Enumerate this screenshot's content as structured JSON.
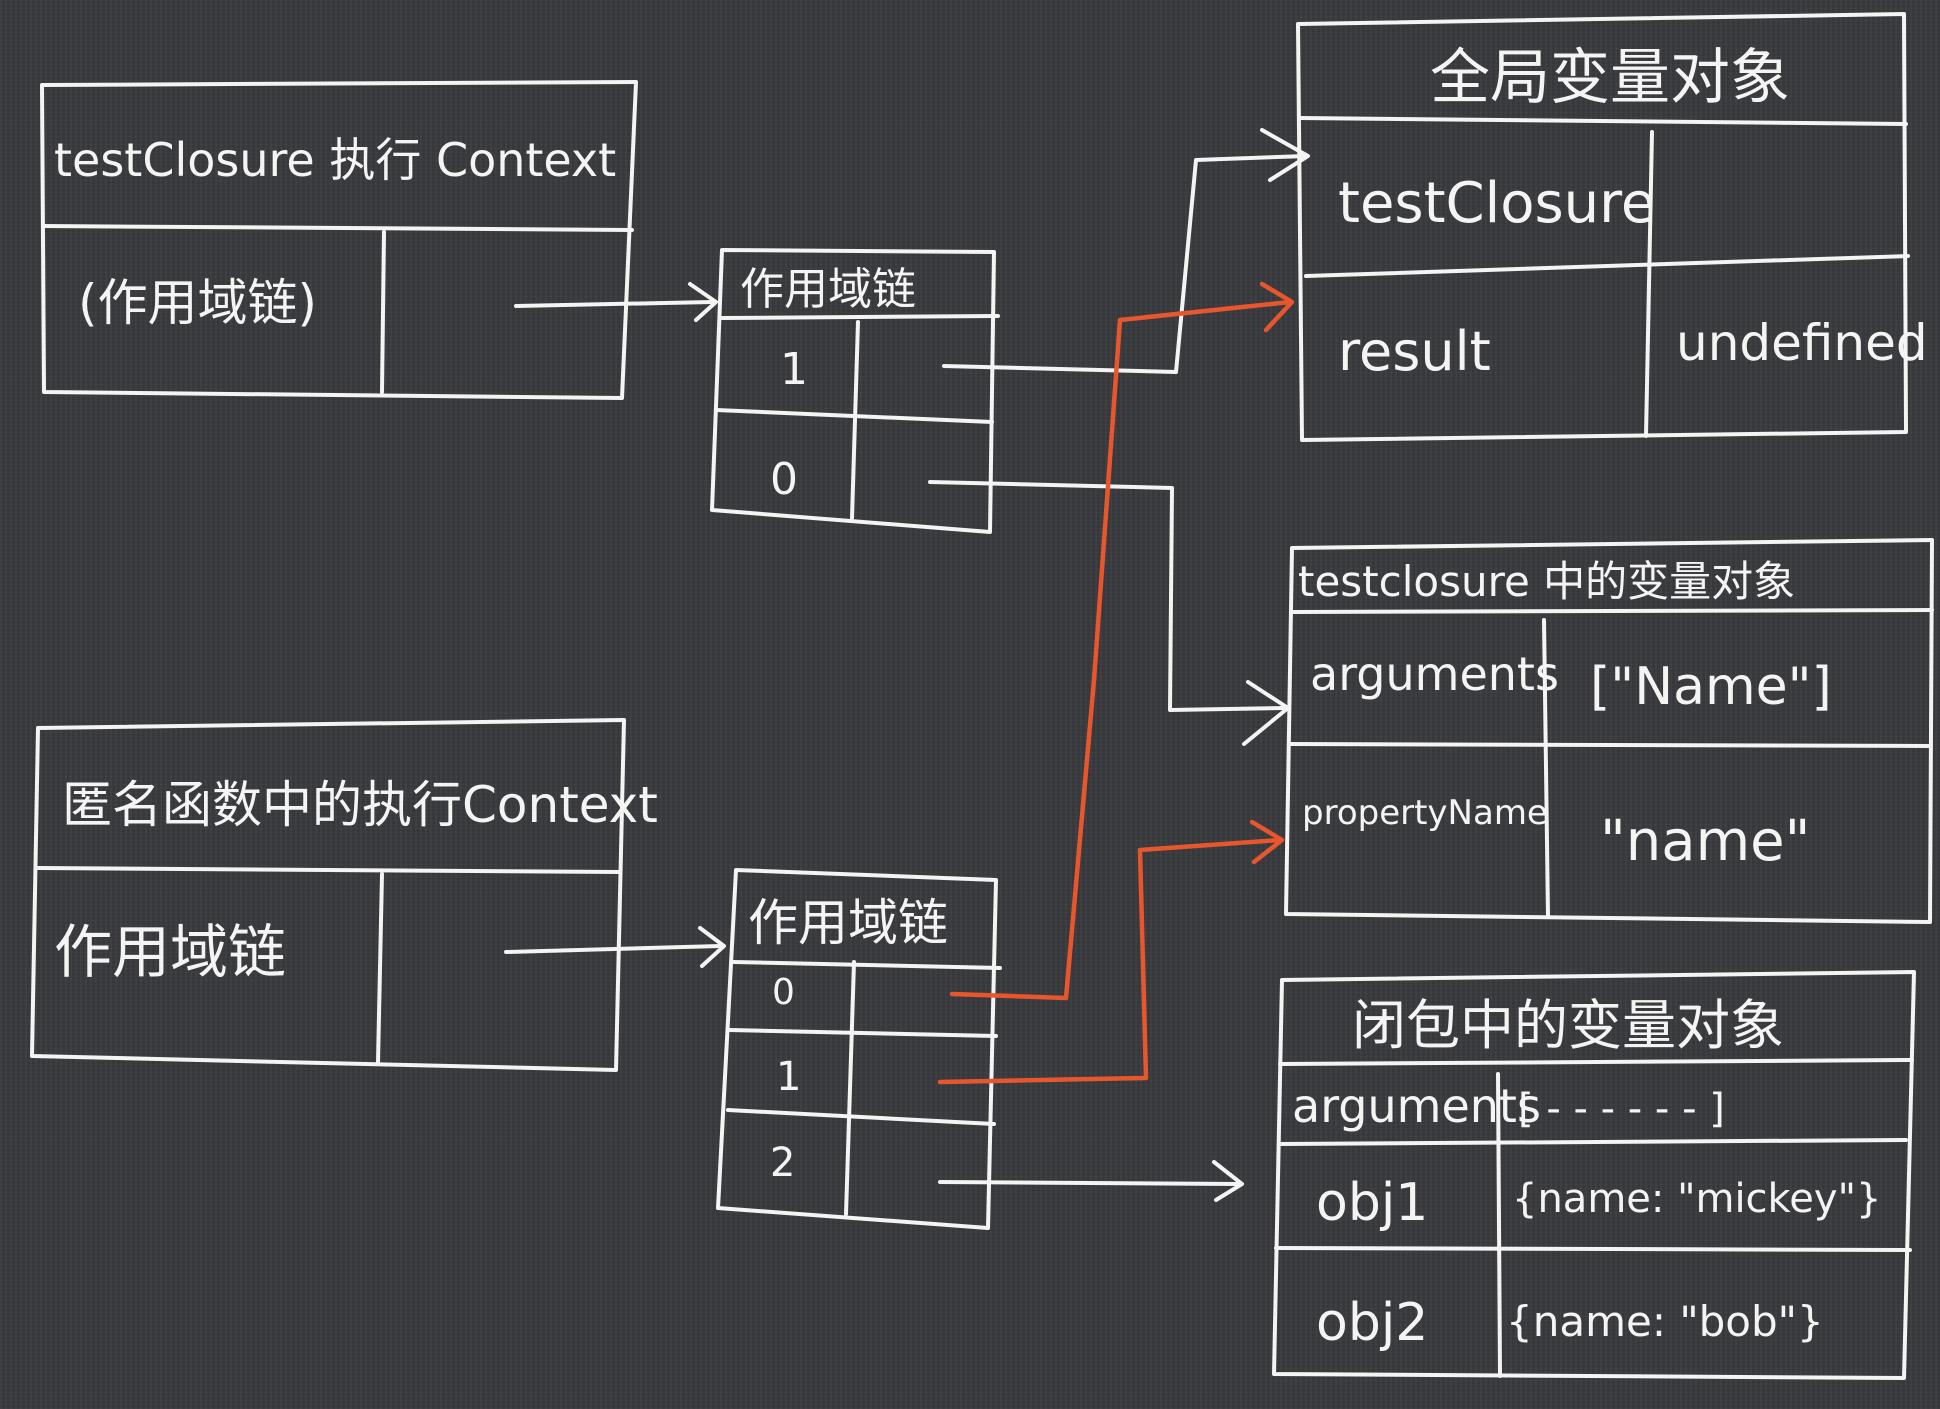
{
  "colors": {
    "background": "#3a3b3f",
    "ink": "#f4f4f4",
    "red_ink": "#e8562e"
  },
  "context_boxes": {
    "test_closure": {
      "title": "testClosure 执行 Context",
      "row_label": "(作用域链)"
    },
    "anonymous": {
      "title": "匿名函数中的执行Context",
      "row_label": "作用域链"
    }
  },
  "scope_chain_tables": {
    "upper": {
      "title": "作用域链",
      "rows": [
        "1",
        "0"
      ]
    },
    "lower": {
      "title": "作用域链",
      "rows": [
        "0",
        "1",
        "2"
      ]
    }
  },
  "variable_objects": {
    "global": {
      "title": "全局变量对象",
      "rows": [
        {
          "key": "testClosure",
          "value": ""
        },
        {
          "key": "result",
          "value": "undefined"
        }
      ]
    },
    "test_closure_vo": {
      "title": "testclosure 中的变量对象",
      "rows": [
        {
          "key": "arguments",
          "value": "[\"Name\"]"
        },
        {
          "key": "propertyName",
          "value": "\"name\""
        }
      ]
    },
    "closure_vo": {
      "title": "闭包中的变量对象",
      "rows": [
        {
          "key": "arguments",
          "value": "[ - - - - - - ]"
        },
        {
          "key": "obj1",
          "value": "{name: \"mickey\"}"
        },
        {
          "key": "obj2",
          "value": "{name: \"bob\"}"
        }
      ]
    }
  }
}
